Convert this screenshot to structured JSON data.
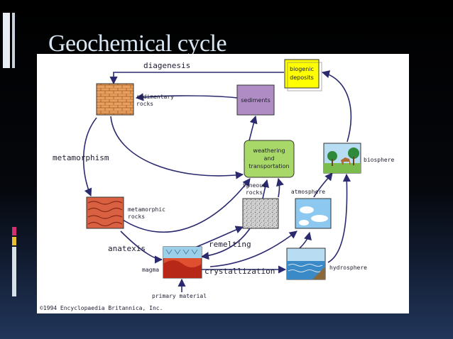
{
  "slide": {
    "title": "Geochemical cycle"
  },
  "diagram": {
    "labels": {
      "diagenesis": "diagenesis",
      "biogenic_line1": "biogenic",
      "biogenic_line2": "deposits",
      "sedimentary_line1": "sedimentary",
      "sedimentary_line2": "rocks",
      "sediments": "sediments",
      "metamorphism": "metamorphism",
      "weathering_line1": "weathering",
      "weathering_line2": "and",
      "weathering_line3": "transportation",
      "biosphere": "biosphere",
      "igneous_line1": "igneous",
      "igneous_line2": "rocks",
      "atmosphere": "atmosphere",
      "metamorphic_line1": "metamorphic",
      "metamorphic_line2": "rocks",
      "remelting": "remelting",
      "anatexis": "anatexis",
      "magma": "magma",
      "crystallization": "crystallization",
      "hydrosphere": "hydrosphere",
      "primary_material": "primary material",
      "copyright": "©1994 Encyclopaedia Britannica, Inc."
    },
    "colors": {
      "arrow": "#2b2a6e",
      "biogenic_fill": "#ffff00",
      "sediments_fill": "#b08cc4",
      "weathering_fill": "#a8d968",
      "brick_fill": "#e8a060",
      "metamorphic_fill": "#d96040",
      "igneous_fill": "#c8c8c8",
      "sky_fill": "#8cc8f0",
      "magma_fill": "#e05030"
    }
  }
}
